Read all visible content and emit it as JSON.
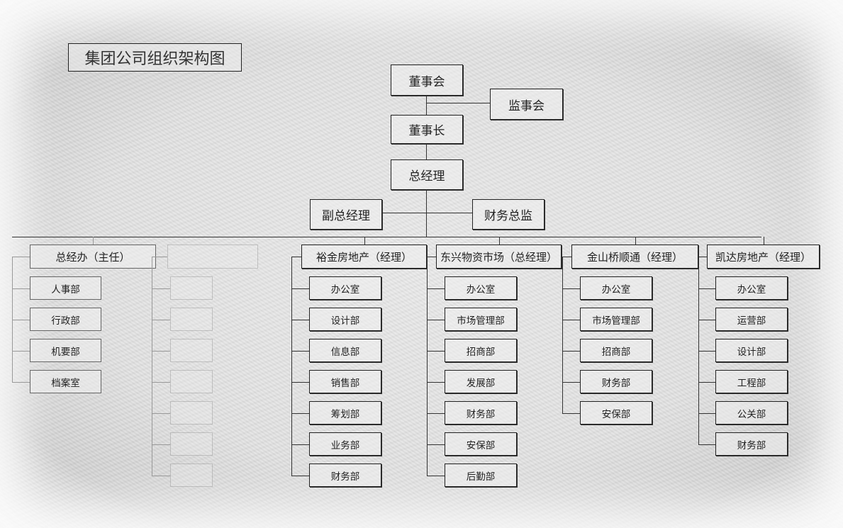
{
  "title": "集团公司组织架构图",
  "board": "董事会",
  "supervisors": "监事会",
  "chairman": "董事长",
  "ceo": "总经理",
  "vice_gm": "副总经理",
  "cfo": "财务总监",
  "divisions": [
    {
      "name": "总经办（主任）",
      "departments": [
        "人事部",
        "行政部",
        "机要部",
        "档案室"
      ]
    },
    {
      "name": "",
      "departments": [
        "",
        "",
        "",
        "",
        "",
        "",
        ""
      ]
    },
    {
      "name": "裕金房地产（经理）",
      "departments": [
        "办公室",
        "设计部",
        "信息部",
        "销售部",
        "筹划部",
        "业务部",
        "财务部"
      ]
    },
    {
      "name": "东兴物资市场（总经理）",
      "departments": [
        "办公室",
        "市场管理部",
        "招商部",
        "发展部",
        "财务部",
        "安保部",
        "后勤部"
      ]
    },
    {
      "name": "金山桥顺通（经理）",
      "departments": [
        "办公室",
        "市场管理部",
        "招商部",
        "财务部",
        "安保部"
      ]
    },
    {
      "name": "凯达房地产（经理）",
      "departments": [
        "办公室",
        "运营部",
        "设计部",
        "工程部",
        "公关部",
        "财务部"
      ]
    }
  ]
}
